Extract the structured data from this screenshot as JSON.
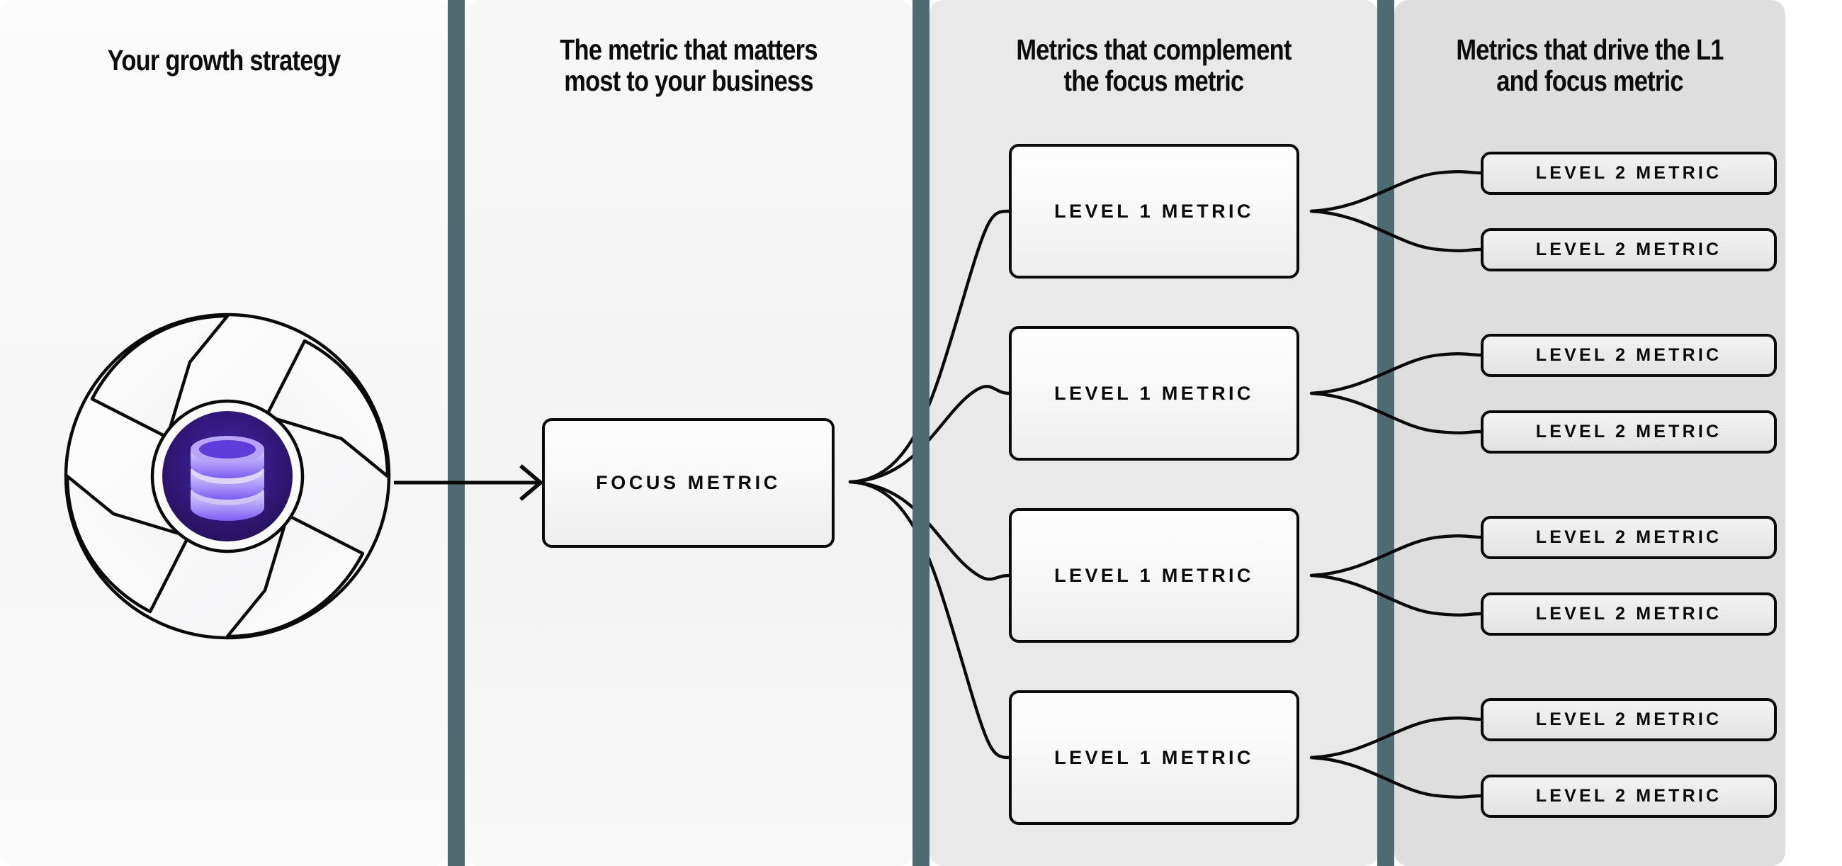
{
  "columns": [
    {
      "id": "growth-strategy",
      "title": "Your growth strategy"
    },
    {
      "id": "focus-metric",
      "title": "The metric that matters\nmost to your business"
    },
    {
      "id": "complement",
      "title": "Metrics that complement\nthe focus metric"
    },
    {
      "id": "drivers",
      "title": "Metrics that drive the L1\nand focus metric"
    }
  ],
  "logo": {
    "name": "aperture-database-logo",
    "aperture_blades": 4,
    "core_color": "#3b1f8f",
    "core_color_outer": "#2a1566",
    "icon": "database-icon",
    "icon_color": "#b8a5fb"
  },
  "focus_node": {
    "label": "FOCUS METRIC"
  },
  "level1_nodes": [
    {
      "label": "LEVEL 1 METRIC"
    },
    {
      "label": "LEVEL 1 METRIC"
    },
    {
      "label": "LEVEL 1 METRIC"
    },
    {
      "label": "LEVEL 1 METRIC"
    }
  ],
  "level2_nodes": [
    {
      "label": "LEVEL 2 METRIC"
    },
    {
      "label": "LEVEL 2 METRIC"
    },
    {
      "label": "LEVEL 2 METRIC"
    },
    {
      "label": "LEVEL 2 METRIC"
    },
    {
      "label": "LEVEL 2 METRIC"
    },
    {
      "label": "LEVEL 2 METRIC"
    },
    {
      "label": "LEVEL 2 METRIC"
    },
    {
      "label": "LEVEL 2 METRIC"
    }
  ],
  "colors": {
    "divider": "#4e6b71",
    "panel_1": "#f8f8f8",
    "panel_2": "#f4f4f4",
    "panel_3": "#e9e9e9",
    "panel_4": "#dedede",
    "stroke": "#0a0a0a"
  }
}
